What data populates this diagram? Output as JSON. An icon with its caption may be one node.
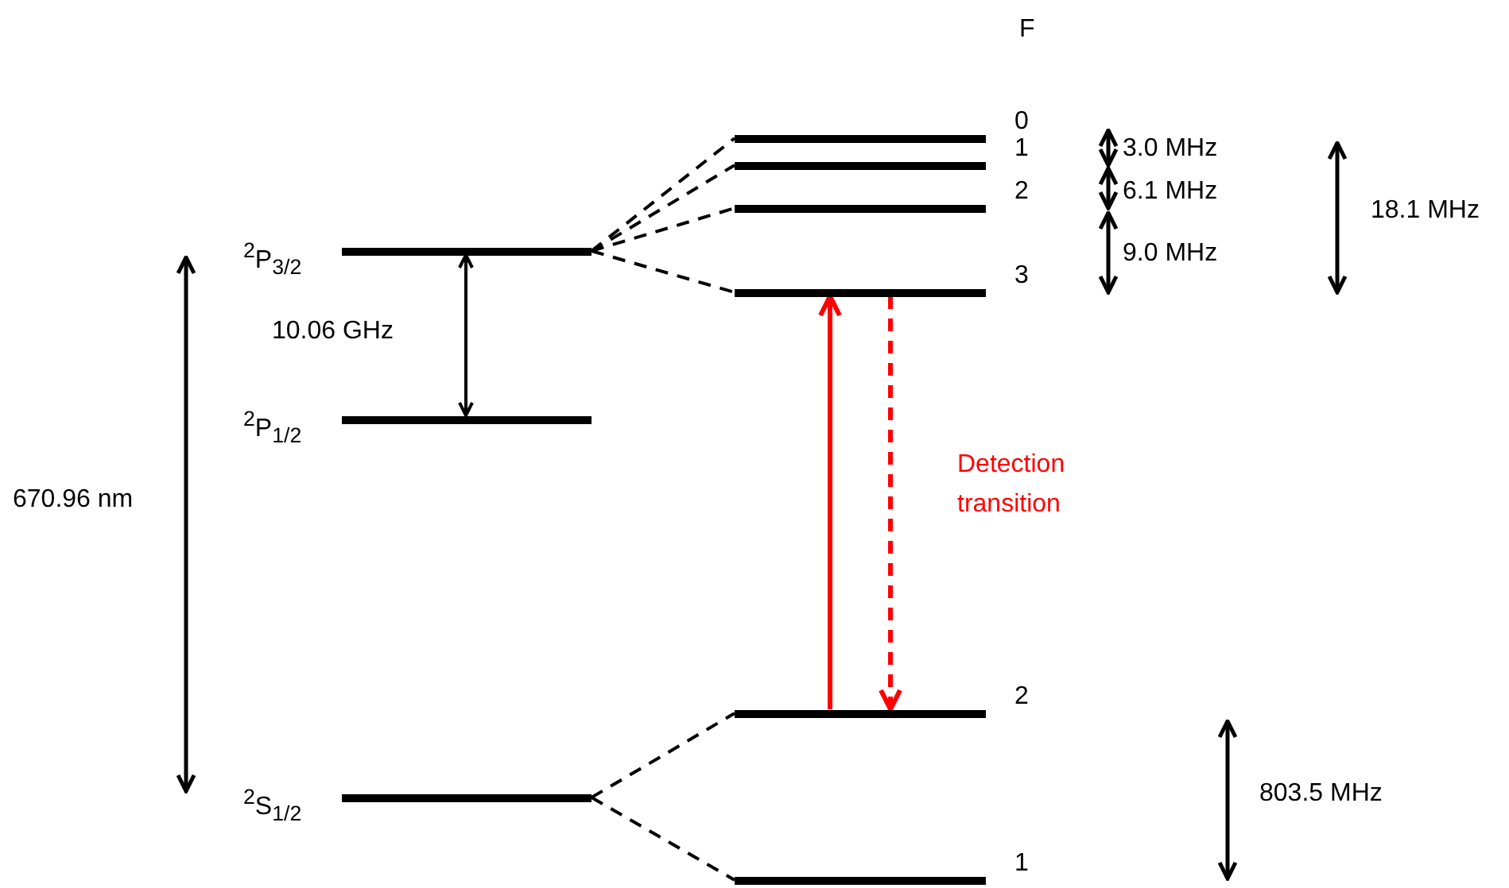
{
  "diagram": {
    "nodes": [
      {
        "text": [
          "0"
        ]
      },
      {
        "text": [
          "1"
        ]
      },
      {
        "text": [
          "2"
        ]
      },
      {
        "text": [
          "$^{2}$P$_{3/2}$"
        ]
      },
      {
        "text": [
          "3"
        ]
      },
      {
        "text": [
          "$^{2}$P$_{1/2}$"
        ]
      },
      {
        "text": [
          "2"
        ]
      },
      {
        "text": [
          "$^{2}$S$_{1/2}$"
        ]
      },
      {
        "text": [
          "1"
        ]
      }
    ],
    "edges": [
      {
        "from": 3,
        "to": 0,
        "arrow": "none",
        "style": "dashed"
      },
      {
        "from": 3,
        "to": 1,
        "arrow": "none",
        "style": "dashed"
      },
      {
        "from": 3,
        "to": 2,
        "arrow": "none",
        "style": "dashed"
      },
      {
        "from": 3,
        "to": 4,
        "arrow": "none",
        "style": "dashed"
      },
      {
        "from": 7,
        "to": 6,
        "arrow": "none",
        "style": "dashed"
      },
      {
        "from": 7,
        "to": 8,
        "arrow": "none",
        "style": "dashed"
      },
      {
        "from": 6,
        "to": 4,
        "arrow": "to",
        "color": "#ff0000"
      },
      {
        "from": 4,
        "to": 6,
        "arrow": "to",
        "style": "dashed",
        "color": "#ff0000"
      },
      {
        "from": 3,
        "to": 5,
        "arrow": "both",
        "label": "10.06 GHz"
      }
    ],
    "labels": [
      "F",
      "3.0 MHz",
      "18.1 MHz",
      "6.1 MHz",
      "9.0 MHz",
      "670.96 nm",
      "Detection transition",
      "803.5 MHz"
    ]
  }
}
